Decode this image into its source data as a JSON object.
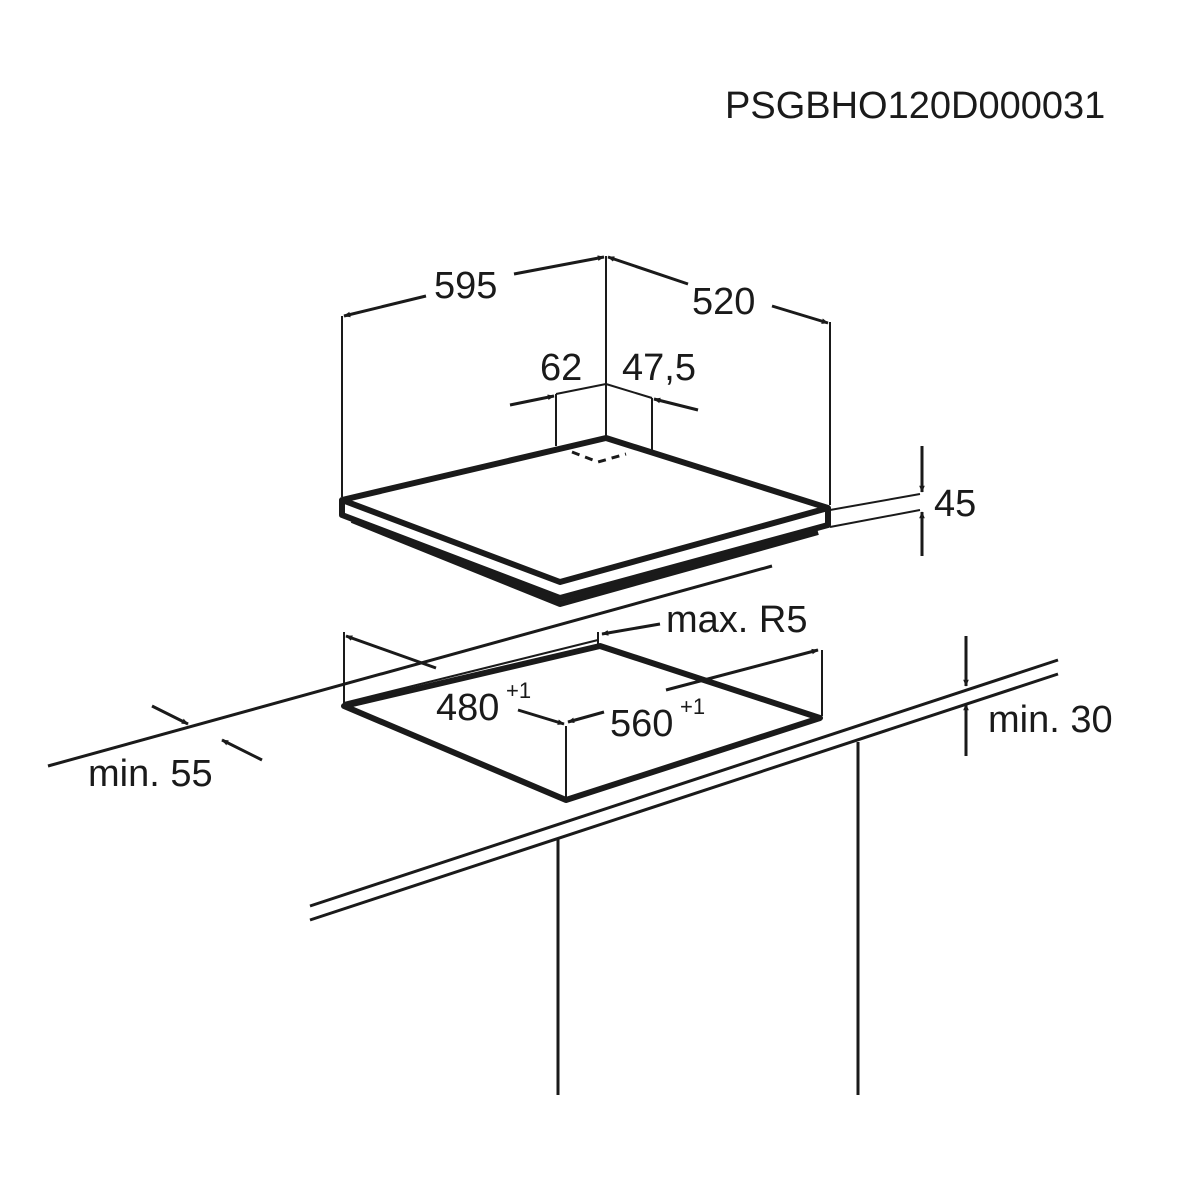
{
  "product_code": "PSGBHO120D000031",
  "dimensions": {
    "width": "595",
    "depth": "520",
    "offset_left": "62",
    "offset_right": "47,5",
    "height": "45",
    "corner_radius": "max. R5",
    "cutout_depth": "480",
    "cutout_depth_tol": "+1",
    "cutout_width": "560",
    "cutout_width_tol": "+1",
    "front_clearance": "min. 55",
    "worktop_thickness": "min. 30"
  },
  "colors": {
    "line": "#1a1a1a",
    "background": "#ffffff"
  }
}
